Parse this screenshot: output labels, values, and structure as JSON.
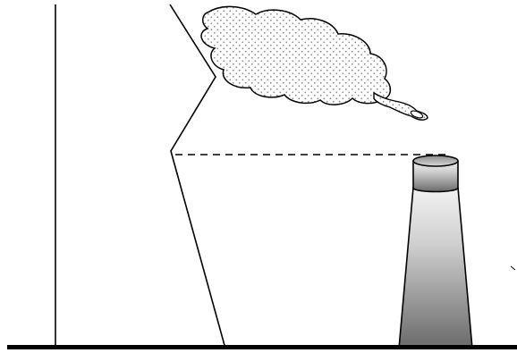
{
  "figure": {
    "title": "",
    "labels": []
  },
  "colors": {
    "background": "#ffffff",
    "ink": "#000000",
    "stack_top": "#e8e8e8",
    "stack_bottom": "#6f6f6f",
    "cloud_fill": "#ffffff",
    "cloud_dots": "#9a9a9a"
  },
  "elements": {
    "ground": "ground-line",
    "axis": "vertical-axis",
    "profile": "temperature-profile",
    "inversion_marker": "dashed-height-line",
    "source": "smokestack",
    "emission": "smoke-plume"
  }
}
